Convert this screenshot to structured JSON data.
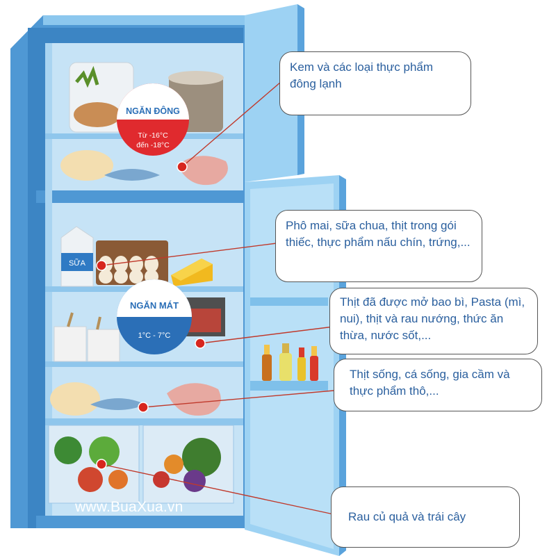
{
  "freezer_badge": {
    "title": "NGĂN ĐÔNG",
    "line1": "Từ -16°C",
    "line2": "đến -18°C"
  },
  "fridge_badge": {
    "title": "NGĂN MÁT",
    "range": "1°C - 7°C"
  },
  "milk_label": "SỮA",
  "callouts": [
    {
      "text": "Kem và các loại thực phẩm đông lạnh"
    },
    {
      "text": "Phô mai, sữa chua, thịt trong gói thiếc, thực phẩm nấu chín, trứng,..."
    },
    {
      "text": "Thịt đã được mở bao bì, Pasta (mì, nui), thịt và rau nướng, thức ăn thừa, nước sốt,..."
    },
    {
      "text": "Thịt sống, cá sống, gia cầm và thực phẩm thô,..."
    },
    {
      "text": "Rau củ quả và trái cây"
    }
  ],
  "website": "www.BuaXua.vn",
  "colors": {
    "fridge_body": "#5aa3dc",
    "fridge_interior": "#c6e3f6",
    "door": "#7fc0ea",
    "freezer_badge": "#e02a2e",
    "fridge_badge": "#2b6fb7",
    "callout_text": "#2a5f9e",
    "leader_line": "#c0392b"
  }
}
